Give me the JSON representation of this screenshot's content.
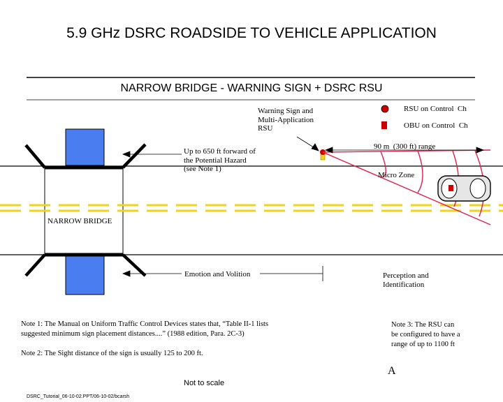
{
  "title": "5.9 GHz DSRC ROADSIDE TO VEHICLE APPLICATION",
  "subtitle": "NARROW BRIDGE - WARNING SIGN + DSRC RSU",
  "labels": {
    "warning_sign": "Warning Sign and\nMulti-Application\nRSU",
    "up_to_650": "Up to 650 ft forward of\nthe Potential Hazard\n(see Note 1)",
    "range": "90 m  (300 ft) range",
    "micro_zone": "Micro Zone",
    "narrow_bridge": "NARROW BRIDGE",
    "emotion": "Emotion and Volition",
    "perception": "Perception and\nIdentification",
    "not_to_scale": "Not to scale",
    "letter_a": "A",
    "footer": "DSRC_Tutorial_06-10-02.PPT/06-10-02/bcarsh"
  },
  "legend": [
    {
      "label": "RSU on Control  Ch",
      "shape": "circle",
      "color": "#cc0000"
    },
    {
      "label": "OBU on Control  Ch",
      "shape": "square",
      "color": "#cc0000"
    }
  ],
  "notes": {
    "note1": "Note 1: The Manual on Uniform Traffic Control Devices states that, “Table II-1 lists\nsuggested minimum sign placement distances....” (1988 edition, Para. 2C-3)",
    "note2": "Note 2: The Sight distance of the sign is usually 125 to 200 ft.",
    "note3": "Note 3: The RSU can\nbe configured to have a\nrange of up to 1100 ft"
  },
  "colors": {
    "bridge_block": "#4a7ef0",
    "center_line": "#f2d21b",
    "rsu_red": "#cc0000",
    "zone_line": "#e0204a"
  }
}
